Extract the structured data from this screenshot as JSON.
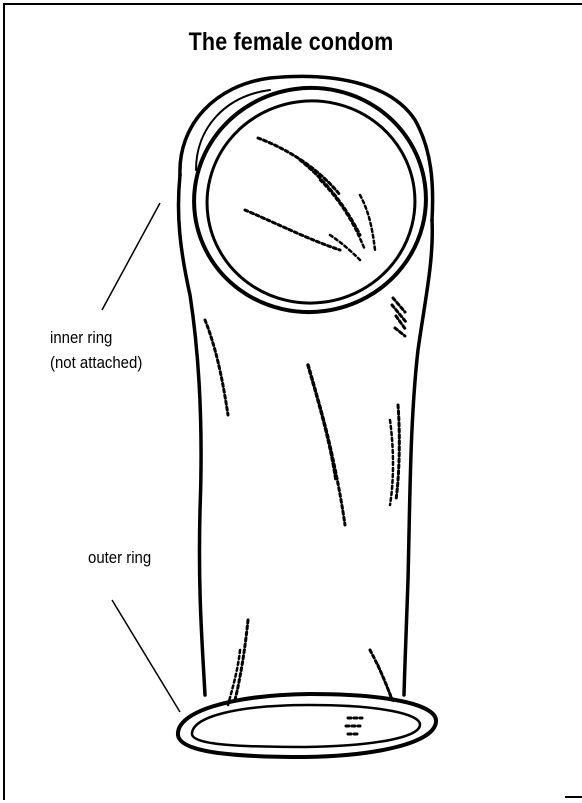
{
  "figure": {
    "title": "The female condom",
    "labels": {
      "inner_ring_line1": "inner ring",
      "inner_ring_line2": "(not attached)",
      "outer_ring": "outer ring"
    }
  },
  "colors": {
    "ink": "#000000",
    "paper": "#ffffff"
  }
}
